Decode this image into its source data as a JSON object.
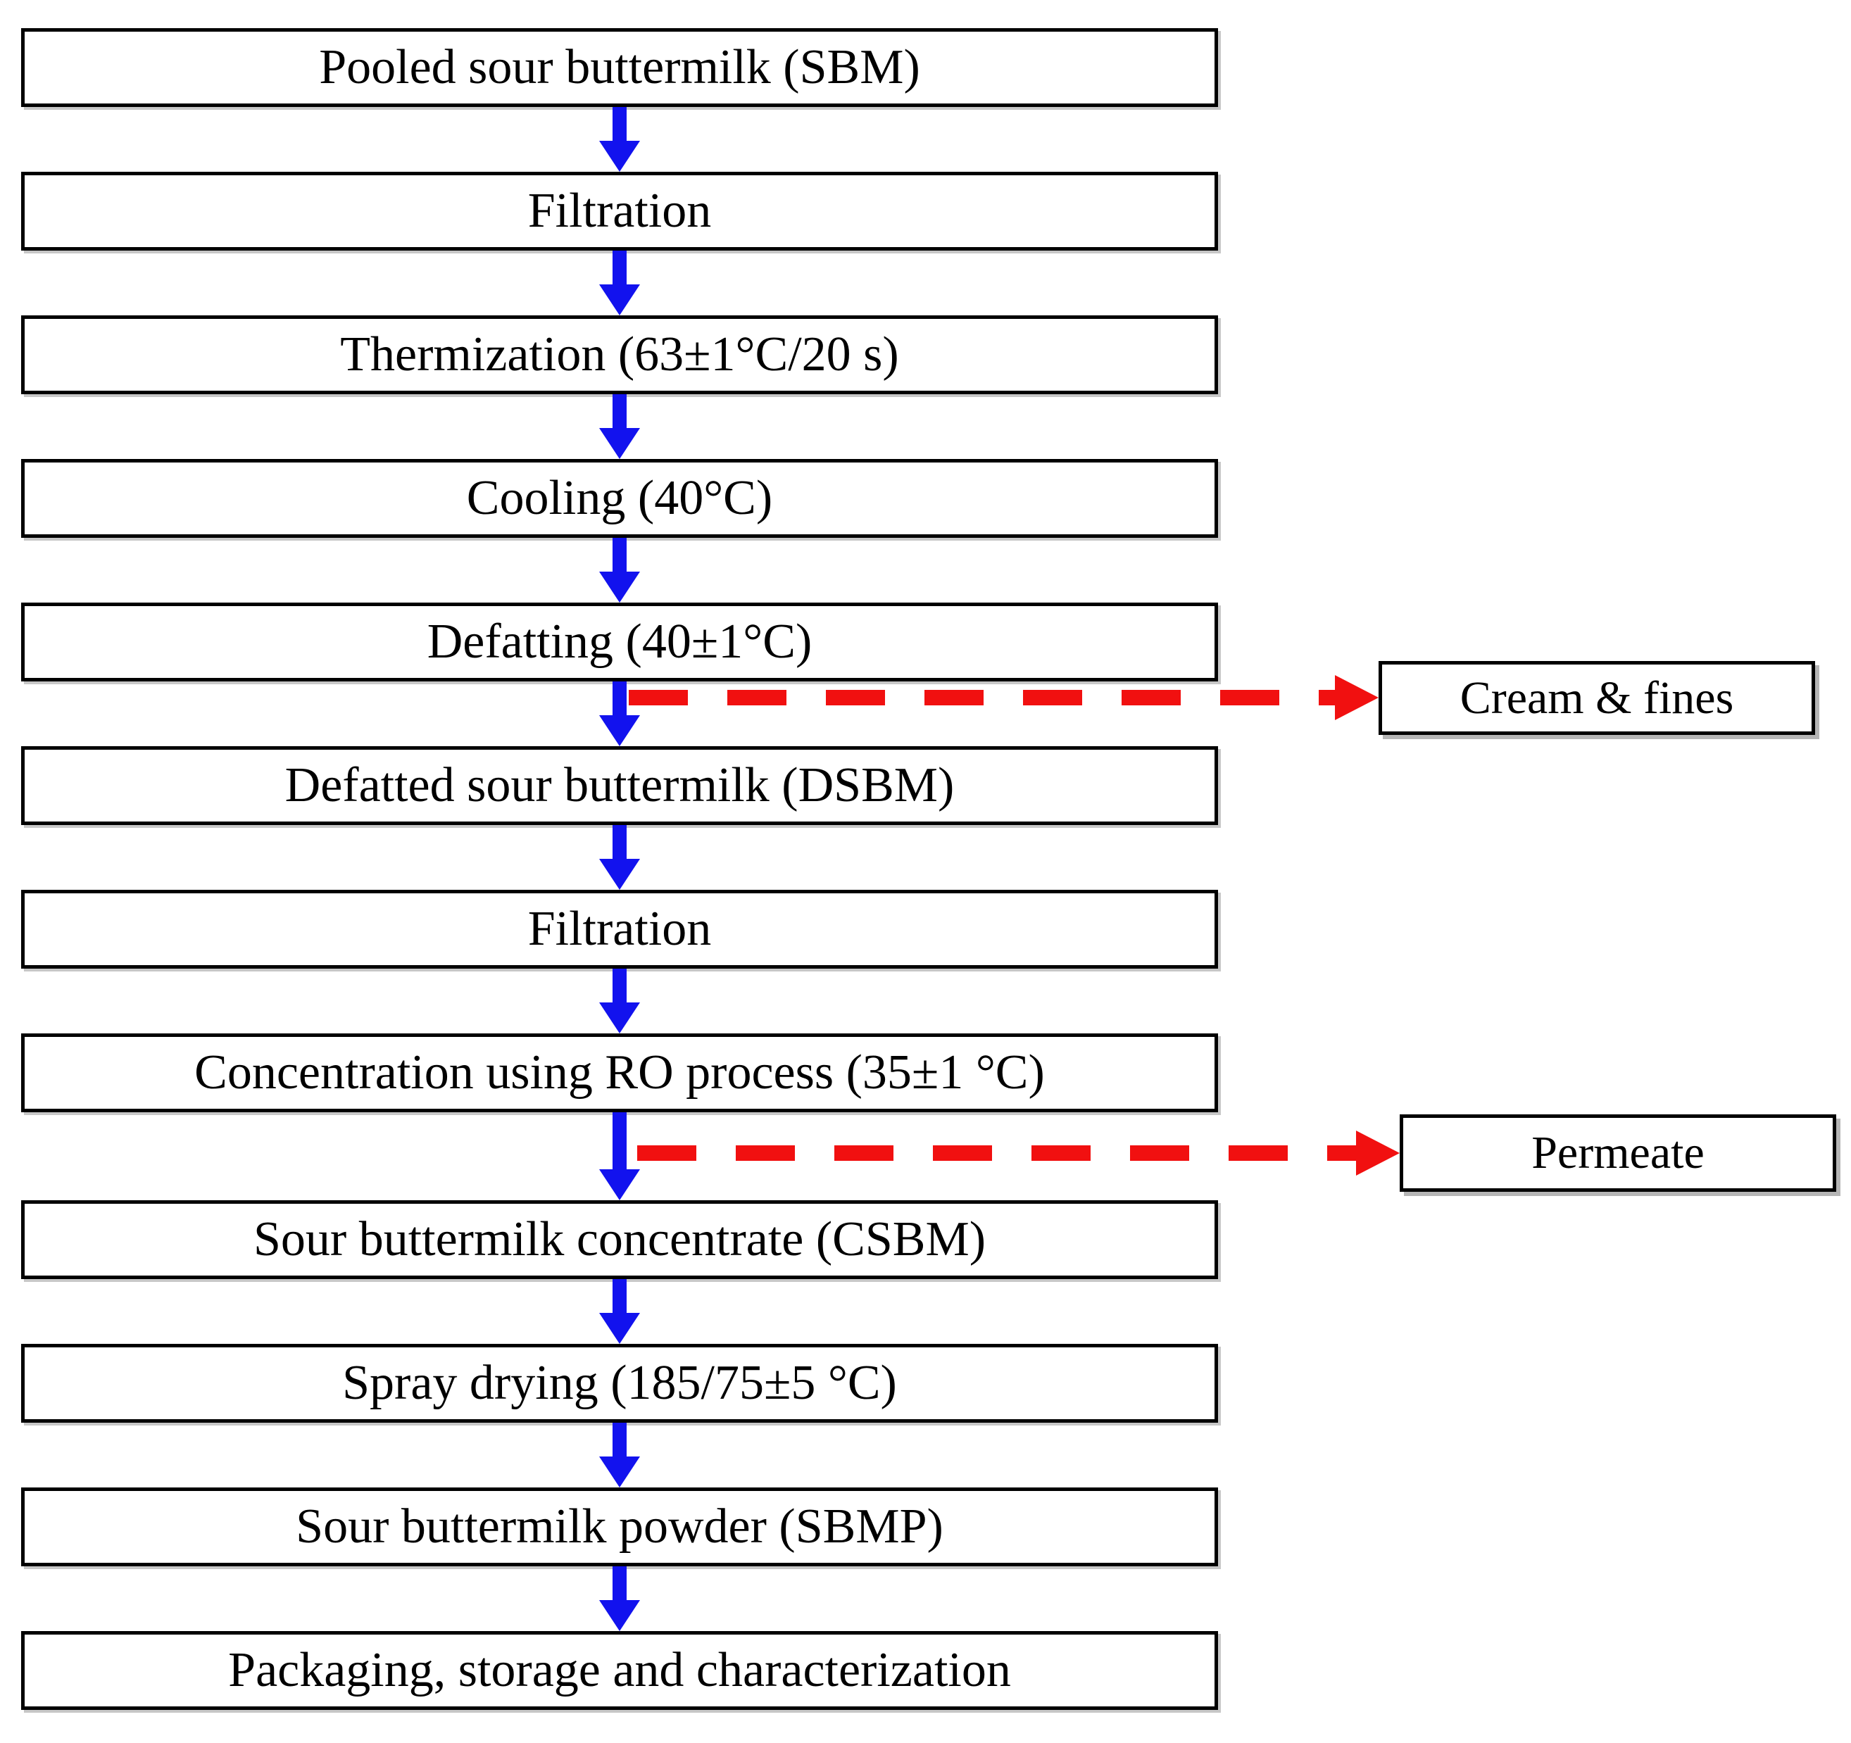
{
  "diagram_type": "process-flowchart",
  "flow_steps": [
    "Pooled sour buttermilk (SBM)",
    "Filtration",
    "Thermization (63±1°C/20 s)",
    "Cooling (40°C)",
    "Defatting (40±1°C)",
    "Defatted sour buttermilk (DSBM)",
    "Filtration",
    "Concentration using RO process (35±1 °C)",
    "Sour buttermilk concentrate (CSBM)",
    "Spray drying (185/75±5 °C)",
    "Sour buttermilk powder (SBMP)",
    "Packaging, storage and characterization"
  ],
  "byproducts": [
    {
      "label": "Cream & fines",
      "from_step": "Defatting (40±1°C)"
    },
    {
      "label": "Permeate",
      "from_step": "Concentration using RO process (35±1 °C)"
    }
  ],
  "colors": {
    "flow_arrow": "#1212ee",
    "byproduct_arrow": "#f11010",
    "box_border": "#000000",
    "box_background": "#ffffff",
    "text": "#000000",
    "page_background": "#ffffff"
  }
}
